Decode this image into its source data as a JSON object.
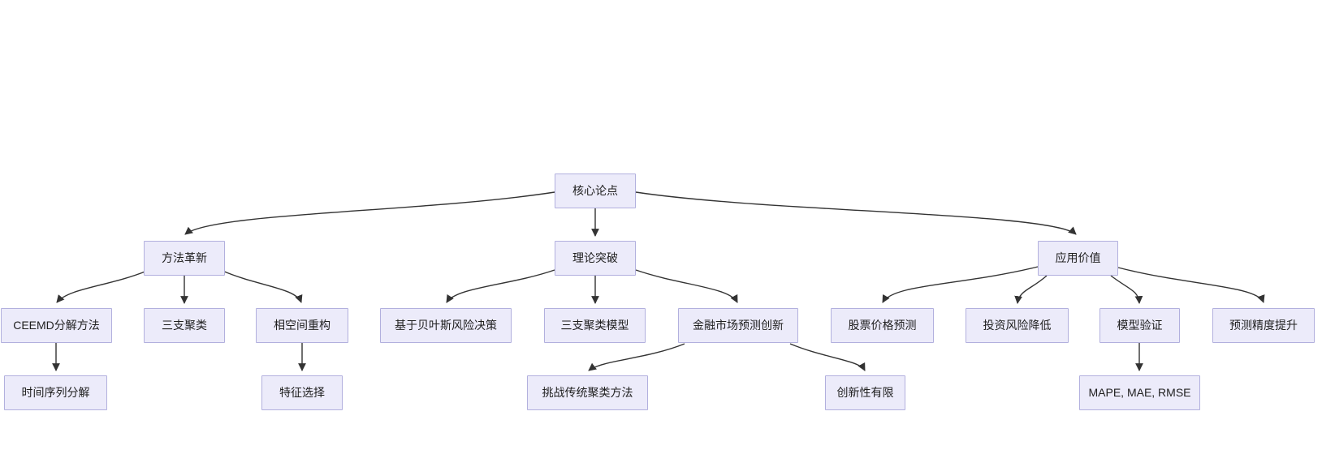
{
  "diagram": {
    "type": "flowchart-top-down",
    "background_color": "#ffffff",
    "node_fill_color": "#ecebfa",
    "node_border_color": "#b2b0de",
    "node_text_color": "#1f1f1f",
    "edge_color": "#333333",
    "nodes": {
      "root": "核心论点",
      "method": "方法革新",
      "theory": "理论突破",
      "value": "应用价值",
      "ceemd": "CEEMD分解方法",
      "three": "三支聚类",
      "phase": "相空间重构",
      "bayes": "基于贝叶斯风险决策",
      "twmodel": "三支聚类模型",
      "fininno": "金融市场预测创新",
      "stock": "股票价格预测",
      "risk": "投资风险降低",
      "validation": "模型验证",
      "precision": "预测精度提升",
      "tsdecomp": "时间序列分解",
      "featsel": "特征选择",
      "challenge": "挑战传统聚类方法",
      "limited": "创新性有限",
      "metrics": "MAPE, MAE, RMSE"
    },
    "edges": [
      {
        "from": "root",
        "to": "method"
      },
      {
        "from": "root",
        "to": "theory"
      },
      {
        "from": "root",
        "to": "value"
      },
      {
        "from": "method",
        "to": "ceemd"
      },
      {
        "from": "method",
        "to": "three"
      },
      {
        "from": "method",
        "to": "phase"
      },
      {
        "from": "ceemd",
        "to": "tsdecomp"
      },
      {
        "from": "phase",
        "to": "featsel"
      },
      {
        "from": "theory",
        "to": "bayes"
      },
      {
        "from": "theory",
        "to": "twmodel"
      },
      {
        "from": "theory",
        "to": "fininno"
      },
      {
        "from": "fininno",
        "to": "challenge"
      },
      {
        "from": "fininno",
        "to": "limited"
      },
      {
        "from": "value",
        "to": "stock"
      },
      {
        "from": "value",
        "to": "risk"
      },
      {
        "from": "value",
        "to": "validation"
      },
      {
        "from": "value",
        "to": "precision"
      },
      {
        "from": "validation",
        "to": "metrics"
      }
    ]
  }
}
